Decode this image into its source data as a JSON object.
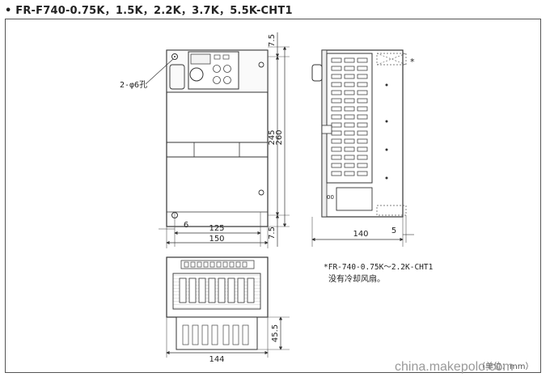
{
  "title": "• FR-F740-0.75K，1.5K，2.2K，3.7K，5.5K-CHT1",
  "hole_label": "2-φ6孔",
  "front_view": {
    "dims": {
      "top_offset": "7.5",
      "inner_height": "245",
      "total_height": "260",
      "bottom_offset": "7.5",
      "hole_spacing": "125",
      "edge_offset": "6",
      "total_width": "150"
    }
  },
  "side_view": {
    "dims": {
      "depth": "140",
      "protrusion": "5"
    },
    "fan_marker": "*"
  },
  "bottom_view": {
    "dims": {
      "width": "144",
      "height": "45.5"
    }
  },
  "note": {
    "model": "*FR-740-0.75K～2.2K-CHT1",
    "text": "没有冷却风扇。"
  },
  "unit_note": "（单位：mm）",
  "watermark": "china.makepolo.com"
}
